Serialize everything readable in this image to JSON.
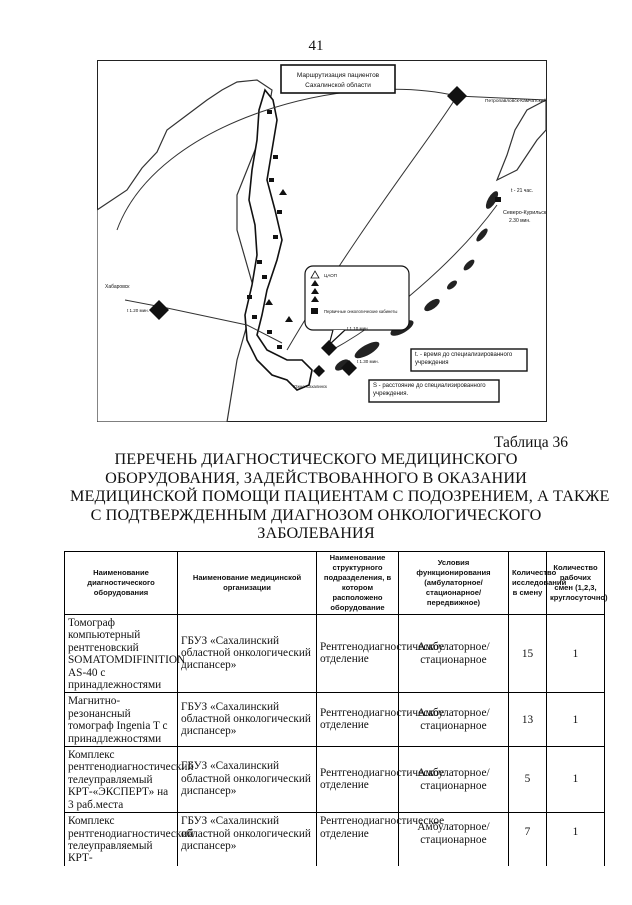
{
  "page": {
    "number": "41"
  },
  "map": {
    "title_line1": "Маршрутизация пациентов",
    "title_line2": "Сахалинской области",
    "legend_items": [
      "ЦАОП",
      "Первичные онкологические кабинеты"
    ],
    "legend_time": "t. - время до специализированного учреждения",
    "legend_distance": "S - расстояние до специализированного учреждения.",
    "places": [
      {
        "name": "Петропавловск-Камчатский"
      },
      {
        "name": "Хабаровск"
      },
      {
        "name": "Северо-Курильск"
      },
      {
        "name": "Южно-Сахалинск"
      }
    ],
    "labels": [
      "t - 21 час.",
      "2.30 мин.",
      "t 1.20 мин.",
      "t 1.10 мин.",
      "t 1.30 мин."
    ]
  },
  "table_caption": "Таблица 36",
  "title_lines": [
    "ПЕРЕЧЕНЬ ДИАГНОСТИЧЕСКОГО МЕДИЦИНСКОГО",
    "ОБОРУДОВАНИЯ, ЗАДЕЙСТВОВАННОГО В ОКАЗАНИИ",
    "МЕДИЦИНСКОЙ ПОМОЩИ ПАЦИЕНТАМ С ПОДОЗРЕНИЕМ, А ТАКЖЕ",
    "С ПОДТВЕРЖДЕННЫМ ДИАГНОЗОМ ОНКОЛОГИЧЕСКОГО",
    "ЗАБОЛЕВАНИЯ"
  ],
  "table": {
    "headers": [
      "Наименование диагностического оборудования",
      "Наименование медицинской организации",
      "Наименование структурного подразделения, в котором расположено оборудование",
      "Условия функционирования (амбулаторное/стационарное/ передвижное)",
      "Количество исследований в смену",
      "Количество рабочих смен (1,2,3, круглосуточно)"
    ],
    "rows": [
      [
        "Томограф компьютерный рентгеновский SOMATOMDIFINITION AS-40 с принадлежностями",
        "ГБУЗ «Сахалинский областной онкологический диспансер»",
        "Рентгенодиагностическое отделение",
        "Амбулаторное/стационарное",
        "15",
        "1"
      ],
      [
        "Магнитно-резонансный томограф Ingenia T с принадлежностями",
        "ГБУЗ «Сахалинский областной онкологический диспансер»",
        "Рентгенодиагностическое отделение",
        "Амбулаторное/стационарное",
        "13",
        "1"
      ],
      [
        "Комплекс рентгенодиагностический телеуправляемый КРТ-«ЭКСПЕРТ» на 3 раб.места",
        "ГБУЗ «Сахалинский областной онкологический диспансер»",
        "Рентгенодиагностическое отделение",
        "Амбулаторное/стационарное",
        "5",
        "1"
      ],
      [
        "Комплекс рентгенодиагностический телеуправляемый КРТ-",
        "ГБУЗ «Сахалинский областной онкологический диспансер»",
        "Рентгенодиагностическое отделение",
        "Амбулаторное/стационарное",
        "7",
        "1"
      ]
    ]
  }
}
